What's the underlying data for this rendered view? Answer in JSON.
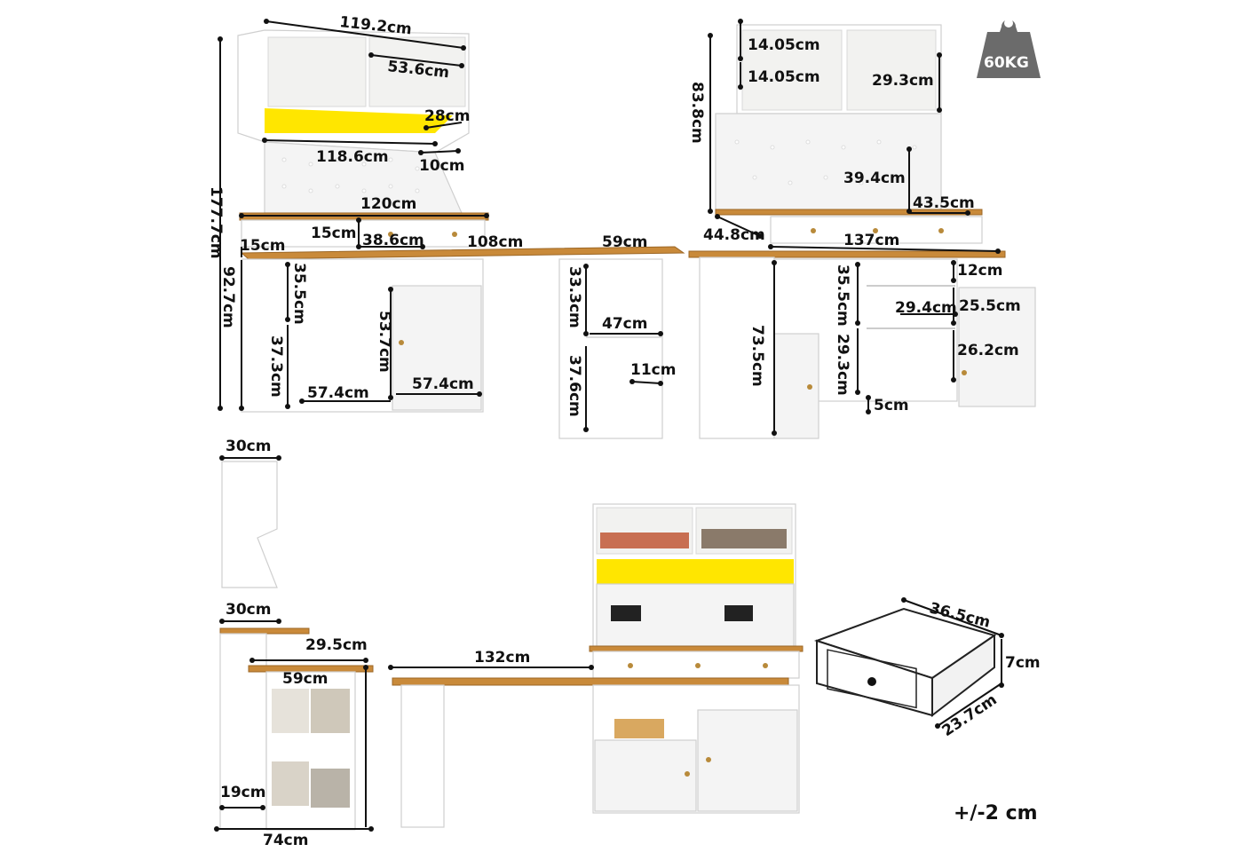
{
  "weight_badge": {
    "label": "60KG",
    "icon": "weight-icon",
    "color": "#6b6b6b"
  },
  "tolerance": "+/-2 cm",
  "front_view": {
    "d1": "119.2cm",
    "d2": "53.6cm",
    "d3": "28cm",
    "d4": "118.6cm",
    "d5": "10cm",
    "d6": "177.7cm",
    "d7": "120cm",
    "d8": "15cm",
    "d9": "38.6cm",
    "d10": "15cm",
    "d11": "108cm",
    "d12": "59cm",
    "d13": "92.7cm",
    "d14": "35.5cm",
    "d15": "53.7cm",
    "d16": "37.3cm",
    "d17": "57.4cm",
    "d18": "57.4cm",
    "d19": "33.3cm",
    "d20": "47cm",
    "d21": "37.6cm",
    "d22": "11cm"
  },
  "side_view": {
    "d1": "14.05cm",
    "d2": "14.05cm",
    "d3": "29.3cm",
    "d4": "83.8cm",
    "d5": "39.4cm",
    "d6": "43.5cm",
    "d7": "44.8cm",
    "d8": "137cm",
    "d9": "12cm",
    "d10": "35.5cm",
    "d11": "29.4cm",
    "d12": "25.5cm",
    "d13": "73.5cm",
    "d14": "29.3cm",
    "d15": "26.2cm",
    "d16": "5cm"
  },
  "profile_view": {
    "d1": "30cm",
    "d2": "30cm",
    "d3": "29.5cm",
    "d4": "59cm",
    "d5": "19cm",
    "d6": "74cm"
  },
  "lifestyle_view": {
    "d1": "132cm"
  },
  "drawer_view": {
    "d1": "36.5cm",
    "d2": "7cm",
    "d3": "23.7cm"
  },
  "colors": {
    "wood": "#c98a3a",
    "led": "#ffe600",
    "panel": "#ffffff"
  }
}
